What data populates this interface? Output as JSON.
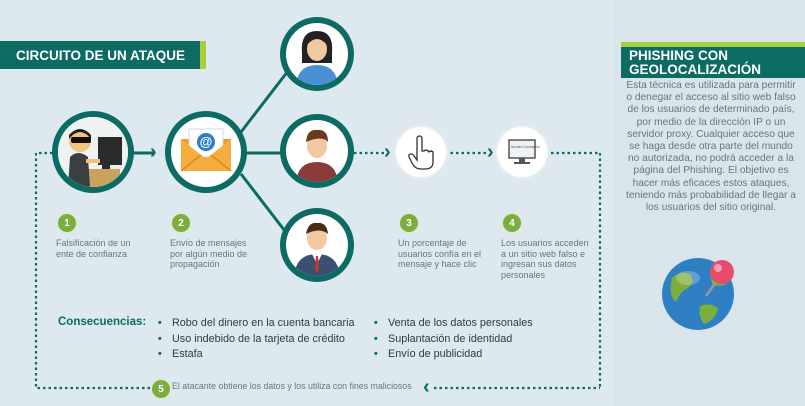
{
  "header_left": "CIRCUITO DE UN ATAQUE",
  "header_right": "PHISHING CON GEOLOCALIZACIÓN",
  "right_text": "Esta técnica es utilizada para permitir o denegar el acceso al sitio web falso de los usuarios de determinado país, por medio de la dirección IP o un servidor proxy. Cualquier acceso que se haga desde otra parte del mundo no autorizada, no podrá acceder a la página del Phishing. El objetivo es hacer más eficaces estos ataques, teniendo más probabilidad de llegar a los usuarios del sitio original.",
  "steps": [
    {
      "num": "1",
      "text": "Falsificación de un ente de confianza"
    },
    {
      "num": "2",
      "text": "Envío de mensajes por algún medio de propagación"
    },
    {
      "num": "3",
      "text": "Un porcentaje de usuarios confía en el mensaje y hace clic"
    },
    {
      "num": "4",
      "text": "Los usuarios acceden a un sitio web falso e ingresan sus datos personales"
    },
    {
      "num": "5",
      "text": "El atacante obtiene los datos y los utiliza con fines maliciosos"
    }
  ],
  "consequences_title": "Consecuencias:",
  "consequences_left": [
    "Robo del dinero en la cuenta bancaria",
    "Uso indebido de la tarjeta de crédito",
    "Estafa"
  ],
  "consequences_right": [
    "Venta de los datos personales",
    "Suplantación de identidad",
    "Envío de publicidad"
  ],
  "email_symbol": "@",
  "monitor_text": "Nombre Contraseña",
  "colors": {
    "primary": "#0c6b63",
    "accent": "#a6cf3a",
    "badge": "#7cae3e"
  }
}
